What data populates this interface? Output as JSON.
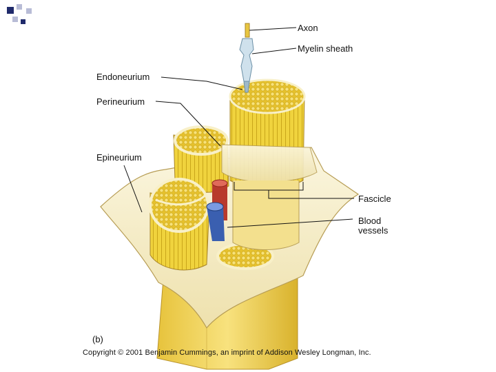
{
  "slide": {
    "accent_color": "#1f2a6b",
    "accent_light": "#b8bcd6"
  },
  "labels": {
    "axon": "Axon",
    "myelin_sheath": "Myelin sheath",
    "endoneurium": "Endoneurium",
    "perineurium": "Perineurium",
    "epineurium": "Epineurium",
    "fascicle": "Fascicle",
    "blood_vessels_line1": "Blood",
    "blood_vessels_line2": "vessels"
  },
  "panel_letter": "(b)",
  "copyright": "Copyright © 2001 Benjamin Cummings, an imprint of Addison Wesley Longman, Inc.",
  "colors": {
    "fascicle_yellow": "#f2d64a",
    "fiber_yellow": "#e8c52a",
    "sheath_cream": "#f6efcf",
    "artery_red": "#c0392b",
    "vein_blue": "#3b63b5"
  }
}
